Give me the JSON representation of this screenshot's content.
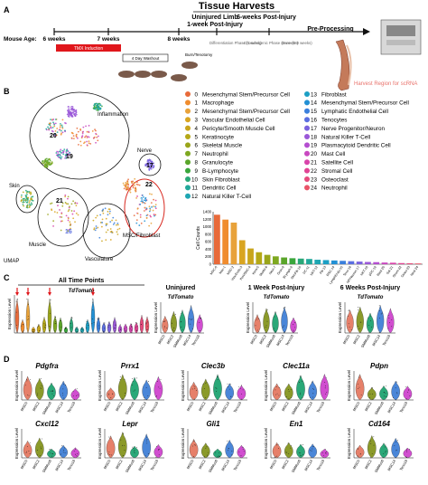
{
  "panel_a": {
    "letter": "A",
    "tissue_harvests": "Tissue Harvests",
    "uninjured_limb": "Uninjured Limb",
    "one_week": "1-week Post-Injury",
    "six_weeks": "6-weeks Post-Injury",
    "pre_processing": "Pre-Processing",
    "mouse_age_label": "Mouse Age:",
    "ages": [
      "6 weeks",
      "7 weeks",
      "8 weeks"
    ],
    "tmx_induction": "TMX Induction",
    "washout": "4 Day Washout",
    "burn_tenotomy": "Burn/Tenotomy",
    "phases": [
      "Differentiation Phase (1-week)",
      "Chondrogenic Phase (3-weeks)",
      "Bone (5-9 weeks)"
    ],
    "harvest_region": "Harvest Region for scRNA",
    "colors": {
      "tmx": "#e0161b",
      "harvest": "#e8716a"
    }
  },
  "panel_b": {
    "letter": "B",
    "umap_label": "UMAP",
    "group_labels": [
      "Inflammation",
      "Nerve",
      "Skin",
      "Muscle",
      "Vasculature",
      "MSC/Fibroblast"
    ],
    "cluster_legend": [
      {
        "id": "0",
        "name": "Mesenchymal Stem/Precursor Cell",
        "color": "#e86a3a"
      },
      {
        "id": "1",
        "name": "Macrophage",
        "color": "#f08c2e"
      },
      {
        "id": "2",
        "name": "Mesenchymal Stem/Precursor Cell",
        "color": "#e8a23a"
      },
      {
        "id": "3",
        "name": "Vascular Endothelial Cell",
        "color": "#d9a521"
      },
      {
        "id": "4",
        "name": "Pericyte/Smooth Muscle Cell",
        "color": "#c9a51c"
      },
      {
        "id": "5",
        "name": "Keratinocyte",
        "color": "#b5a817"
      },
      {
        "id": "6",
        "name": "Skeletal Muscle",
        "color": "#9aa51a"
      },
      {
        "id": "7",
        "name": "Neutrophil",
        "color": "#7ea820"
      },
      {
        "id": "8",
        "name": "Granulocyte",
        "color": "#5aa52a"
      },
      {
        "id": "9",
        "name": "B-Lymphocyte",
        "color": "#3aa63c"
      },
      {
        "id": "10",
        "name": "Skin Fibroblast",
        "color": "#2aa878"
      },
      {
        "id": "11",
        "name": "Dendritic Cell",
        "color": "#22a89a"
      },
      {
        "id": "12",
        "name": "Natural Killer T-Cell",
        "color": "#1ea6b2"
      },
      {
        "id": "13",
        "name": "Fibroblast",
        "color": "#1c9fc4"
      },
      {
        "id": "14",
        "name": "Mesenchymal Stem/Precursor Cell",
        "color": "#2290d4"
      },
      {
        "id": "15",
        "name": "Lymphatic Endothelial Cell",
        "color": "#3a7fdc"
      },
      {
        "id": "16",
        "name": "Tenocytes",
        "color": "#5a6ee0"
      },
      {
        "id": "17",
        "name": "Nerve Progenitor/Neuron",
        "color": "#7a62de"
      },
      {
        "id": "18",
        "name": "Natural Killer T-Cell",
        "color": "#9a58d8"
      },
      {
        "id": "19",
        "name": "Plasmacytoid Dendritic Cell",
        "color": "#b44ed0"
      },
      {
        "id": "20",
        "name": "Mast Cell",
        "color": "#c848c0"
      },
      {
        "id": "21",
        "name": "Satellite Cell",
        "color": "#d844aa"
      },
      {
        "id": "22",
        "name": "Stromal Cell",
        "color": "#e04494"
      },
      {
        "id": "23",
        "name": "Osteoclast",
        "color": "#e64a7c"
      },
      {
        "id": "24",
        "name": "Neutrophil",
        "color": "#ea5468"
      }
    ],
    "cluster_labels": [
      "18",
      "20",
      "19",
      "17",
      "10",
      "21",
      "14",
      "22",
      "16"
    ]
  },
  "chart_data": {
    "type": "bar",
    "ylabel": "Cell Counts",
    "yticks": [
      "0",
      "200",
      "400",
      "600",
      "800",
      "1000",
      "1200",
      "1400"
    ],
    "ylim": [
      0,
      1400
    ],
    "categories": [
      "MSC-0",
      "Mac-1",
      "MSC-2",
      "VascEndo-3",
      "Peri/SMC-4",
      "Kera-5",
      "SkelM-6",
      "Neut-7",
      "Gran-8",
      "BLymph-9",
      "SkinFib-10",
      "DC-11",
      "NKT-12",
      "Fib-13",
      "MSC-14",
      "LymphEndo-15",
      "Teno-16",
      "NP/Neuron-17",
      "NKT-18",
      "pDC-19",
      "Mast-20",
      "Sat-21",
      "Strom-22",
      "Osteo-23",
      "Neut-24"
    ],
    "values": [
      1320,
      1190,
      1110,
      640,
      420,
      320,
      250,
      210,
      180,
      160,
      150,
      140,
      120,
      110,
      100,
      90,
      80,
      70,
      60,
      55,
      45,
      40,
      30,
      25,
      20
    ]
  },
  "panel_c": {
    "letter": "C",
    "all_time_points": "All Time Points",
    "tdtomato": "TdTomato",
    "expression_level": "Expression Level",
    "uninjured": "Uninjured",
    "one_week": "1 Week Post-Injury",
    "six_weeks": "6 Weeks Post-Injury",
    "violin_labels": [
      "MSC0",
      "MSC2",
      "SMMus6",
      "MSC14",
      "Teno16"
    ]
  },
  "panel_d": {
    "letter": "D",
    "expression_level": "Expression Level",
    "genes": [
      "Pdgfra",
      "Prrx1",
      "Clec3b",
      "Clec11a",
      "Pdpn",
      "Cxcl12",
      "Lepr",
      "Gli1",
      "En1",
      "Cd164"
    ],
    "violin_labels": [
      "MSC0",
      "MSC2",
      "SMMus6",
      "MSC14",
      "Teno16"
    ]
  }
}
